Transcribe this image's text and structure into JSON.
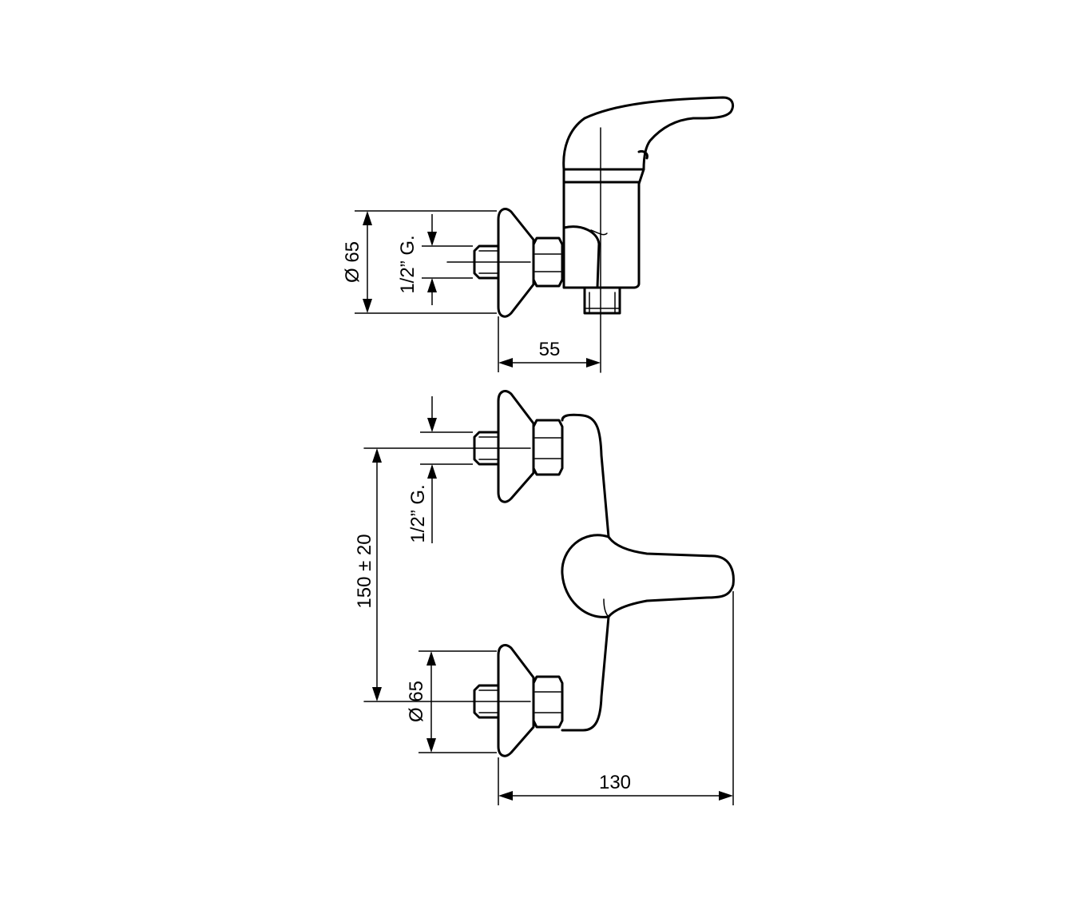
{
  "top_view": {
    "dim_diameter": "Ø 65",
    "dim_thread": "1/2” G.",
    "dim_depth": "55"
  },
  "front_view": {
    "dim_spacing": "150 ± 20",
    "dim_thread": "1/2” G.",
    "dim_diameter": "Ø 65",
    "dim_width": "130"
  }
}
